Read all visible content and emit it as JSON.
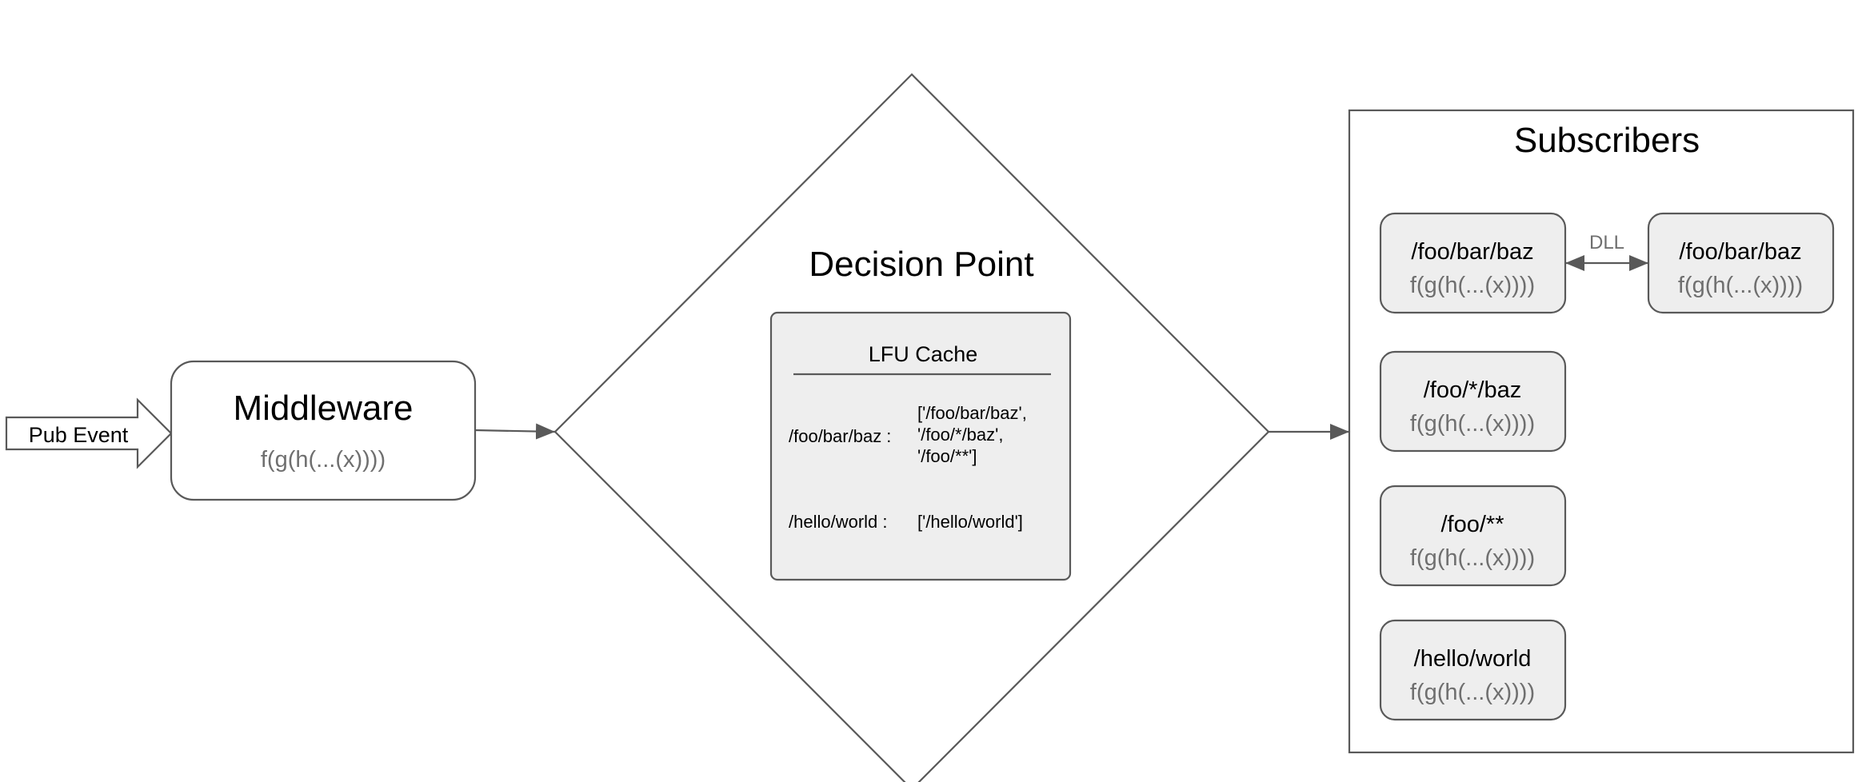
{
  "pub_event": {
    "label": "Pub Event"
  },
  "middleware": {
    "title": "Middleware",
    "function": "f(g(h(...(x))))"
  },
  "decision_point": {
    "title": "Decision Point",
    "cache": {
      "title": "LFU Cache",
      "rows": [
        {
          "key": "/foo/bar/baz :",
          "value_lines": [
            "['/foo/bar/baz',",
            "'/foo/*/baz',",
            "'/foo/**']"
          ]
        },
        {
          "key": "/hello/world :",
          "value_lines": [
            "['/hello/world']"
          ]
        }
      ]
    }
  },
  "subscribers": {
    "title": "Subscribers",
    "dll_label": "DLL",
    "items": [
      {
        "path": "/foo/bar/baz",
        "function": "f(g(h(...(x))))"
      },
      {
        "path": "/foo/bar/baz",
        "function": "f(g(h(...(x))))"
      },
      {
        "path": "/foo/*/baz",
        "function": "f(g(h(...(x))))"
      },
      {
        "path": "/foo/**",
        "function": "f(g(h(...(x))))"
      },
      {
        "path": "/hello/world",
        "function": "f(g(h(...(x))))"
      }
    ]
  },
  "colors": {
    "stroke": "#595959",
    "node_fill": "#eeeeee",
    "function_text": "#6f6f6f",
    "label_text": "#000000",
    "background": "#ffffff"
  }
}
